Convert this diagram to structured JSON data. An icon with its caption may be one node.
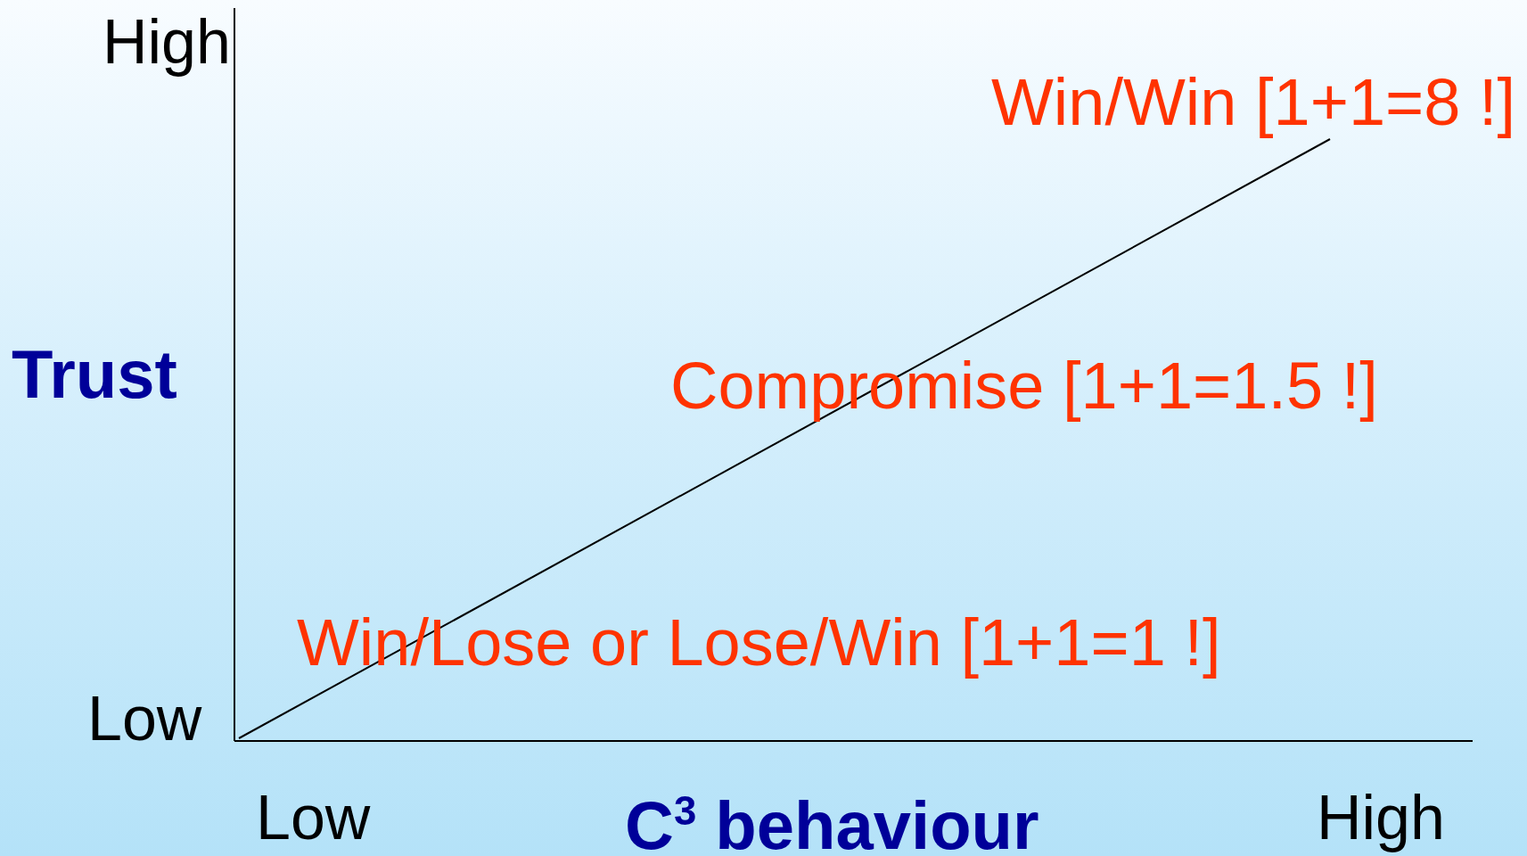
{
  "diagram": {
    "labels": [
      "High",
      "Win/Win [1+1=8 !]",
      "Trust",
      "Compromise [1+1=1.5 !]",
      "Win/Lose or Lose/Win [1+1=1 !]",
      "Low",
      "Low",
      "C$^{3}$ behaviour",
      "High"
    ]
  }
}
